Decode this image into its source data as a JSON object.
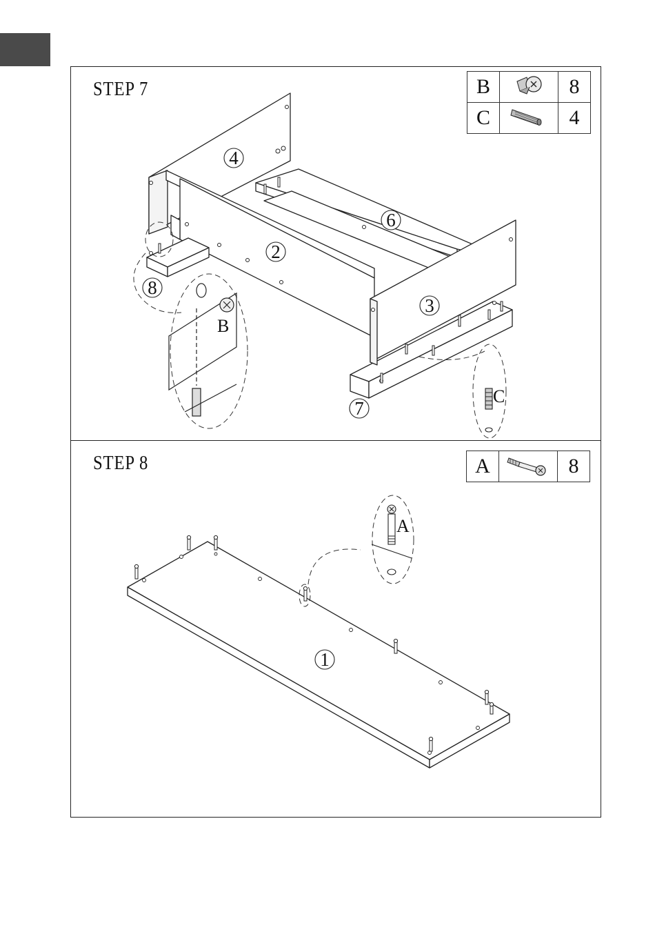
{
  "steps": [
    {
      "title": "STEP 7",
      "parts": [
        {
          "code": "B",
          "icon": "cam-lock-icon",
          "qty": "8"
        },
        {
          "code": "C",
          "icon": "wooden-dowel-icon",
          "qty": "4"
        }
      ],
      "callouts": [
        "4",
        "6",
        "2",
        "3",
        "8",
        "7"
      ],
      "detail_labels": [
        "B",
        "C"
      ]
    },
    {
      "title": "STEP 8",
      "parts": [
        {
          "code": "A",
          "icon": "cam-bolt-icon",
          "qty": "8"
        }
      ],
      "callouts": [
        "1"
      ],
      "detail_labels": [
        "A"
      ]
    }
  ]
}
